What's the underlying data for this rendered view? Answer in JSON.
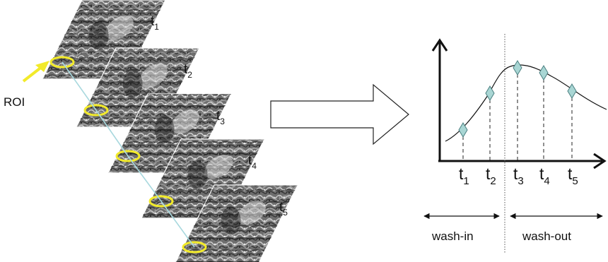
{
  "slices": [
    {
      "label": "t",
      "sub": "1"
    },
    {
      "label": "t",
      "sub": "2"
    },
    {
      "label": "t",
      "sub": "3"
    },
    {
      "label": "t",
      "sub": "4"
    },
    {
      "label": "t",
      "sub": "5"
    }
  ],
  "roi_label": "ROI",
  "curve": {
    "axis_ticks": [
      {
        "label": "t",
        "sub": "1"
      },
      {
        "label": "t",
        "sub": "2"
      },
      {
        "label": "t",
        "sub": "3"
      },
      {
        "label": "t",
        "sub": "4"
      },
      {
        "label": "t",
        "sub": "5"
      }
    ]
  },
  "phases": {
    "wash_in": "wash-in",
    "wash_out": "wash-out"
  },
  "colors": {
    "roi_ellipse": "#f2ea2a",
    "roi_arrow": "#f2ea2a",
    "connector": "#a8d8de",
    "marker_fill": "#a9d6d4",
    "marker_stroke": "#4a7f80"
  }
}
